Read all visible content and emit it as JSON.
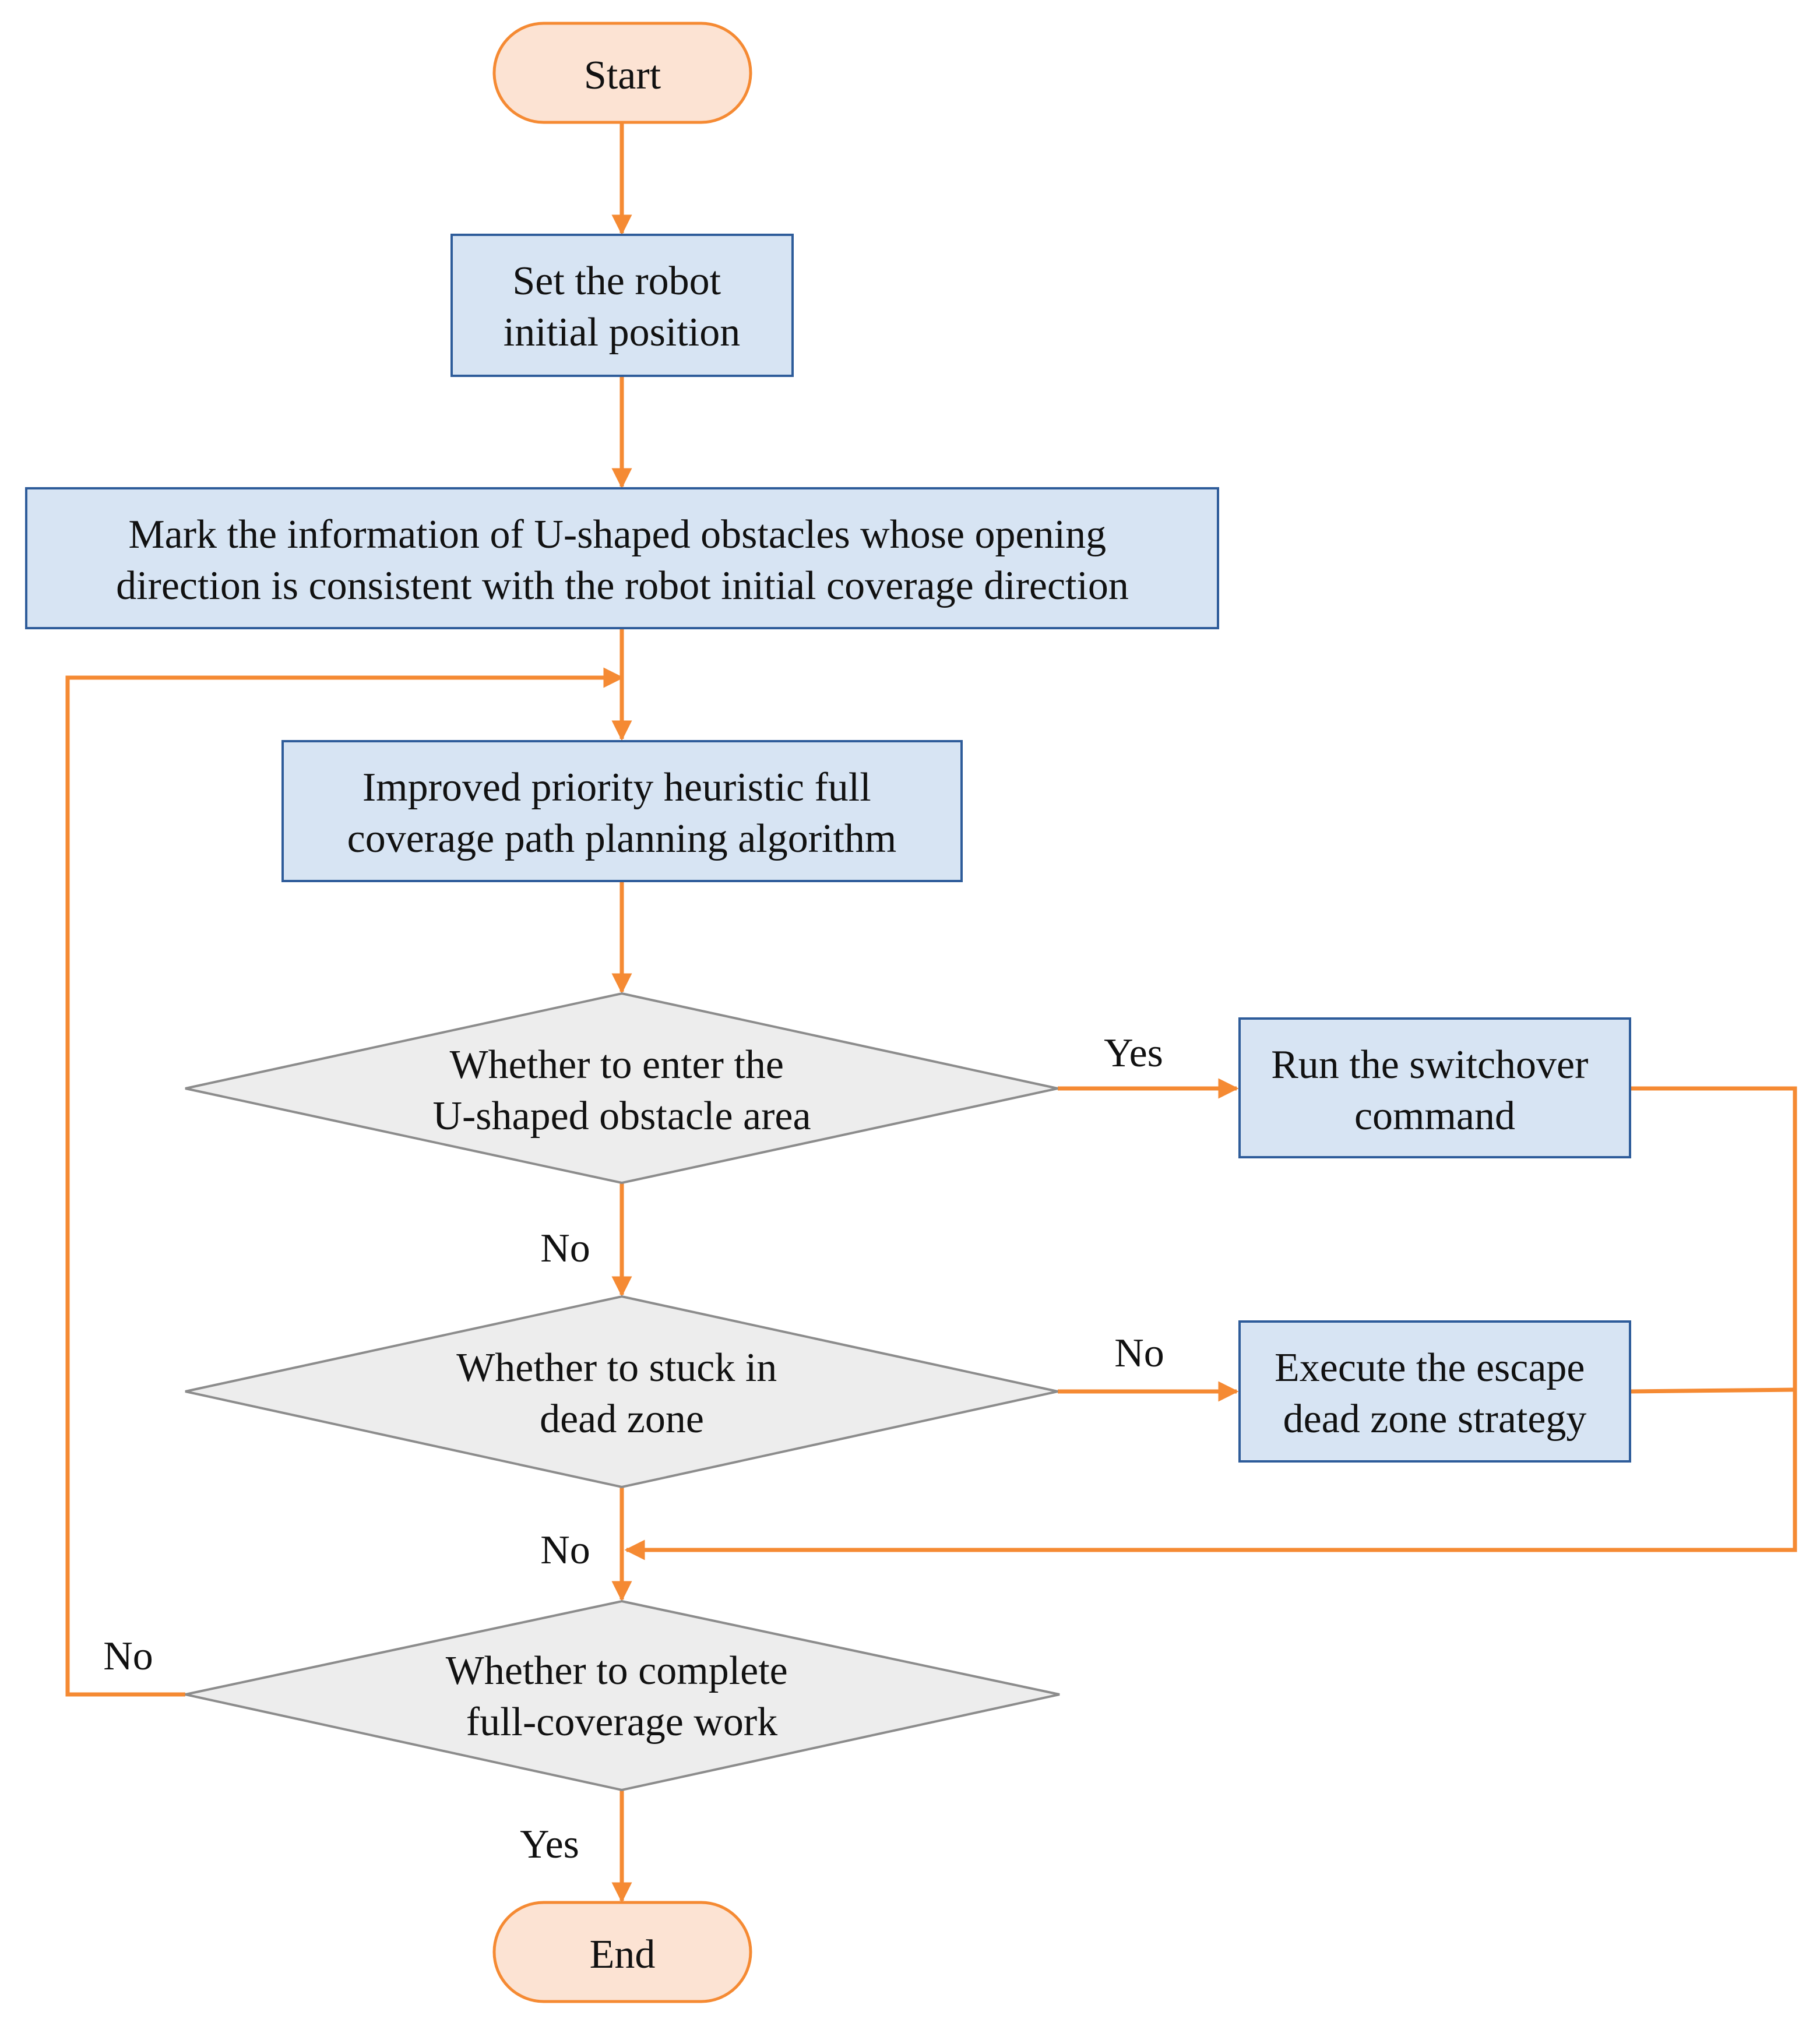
{
  "colors": {
    "connector": "#F58A33",
    "terminal_fill": "#FCE3D3",
    "terminal_stroke": "#F58A33",
    "process_fill": "#D7E4F3",
    "process_stroke": "#2E5C9A",
    "decision_fill": "#EDEDED",
    "decision_stroke": "#8C8C8C",
    "text": "#111111"
  },
  "nodes": {
    "start": {
      "lines": [
        "Start"
      ]
    },
    "set_position": {
      "lines": [
        "Set the robot",
        "initial position"
      ]
    },
    "mark_info": {
      "lines": [
        "Mark the information of U-shaped obstacles whose opening",
        "direction is consistent with the robot initial coverage direction"
      ]
    },
    "algorithm": {
      "lines": [
        "Improved priority heuristic full",
        "coverage path planning algorithm"
      ]
    },
    "decision_u_area": {
      "lines": [
        "Whether to enter the",
        "U-shaped obstacle area"
      ]
    },
    "switchover": {
      "lines": [
        "Run the switchover",
        "command"
      ]
    },
    "decision_dead_zone": {
      "lines": [
        "Whether to stuck in",
        "dead zone"
      ]
    },
    "escape": {
      "lines": [
        "Execute the escape",
        "dead zone strategy"
      ]
    },
    "decision_complete": {
      "lines": [
        "Whether to complete",
        "full-coverage work"
      ]
    },
    "end": {
      "lines": [
        "End"
      ]
    }
  },
  "edge_labels": {
    "u_area_yes": "Yes",
    "u_area_no": "No",
    "dead_zone_no_right": "No",
    "dead_zone_no_down": "No",
    "complete_no": "No",
    "complete_yes": "Yes"
  }
}
